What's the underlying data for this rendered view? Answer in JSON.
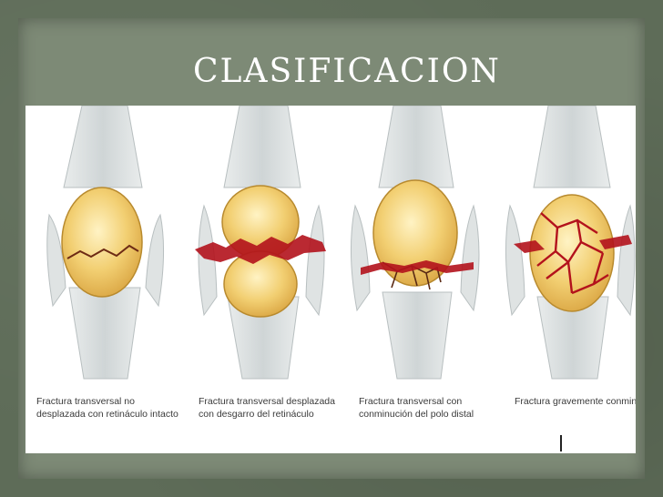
{
  "title": "CLASIFICACION",
  "panels": [
    {
      "caption": "Fractura transversal  no desplazada con retináculo intacto"
    },
    {
      "caption": "Fractura transversal desplazada con desgarro del retináculo"
    },
    {
      "caption": "Fractura transversal con conminución del polo distal"
    },
    {
      "caption": "Fractura gravemente conminuta"
    }
  ],
  "colors": {
    "background": "#5e6c58",
    "panel": "#7d8a76",
    "bone": "#f2cf72",
    "fracture": "#b3121c",
    "tendon": "#d8dcdc"
  }
}
